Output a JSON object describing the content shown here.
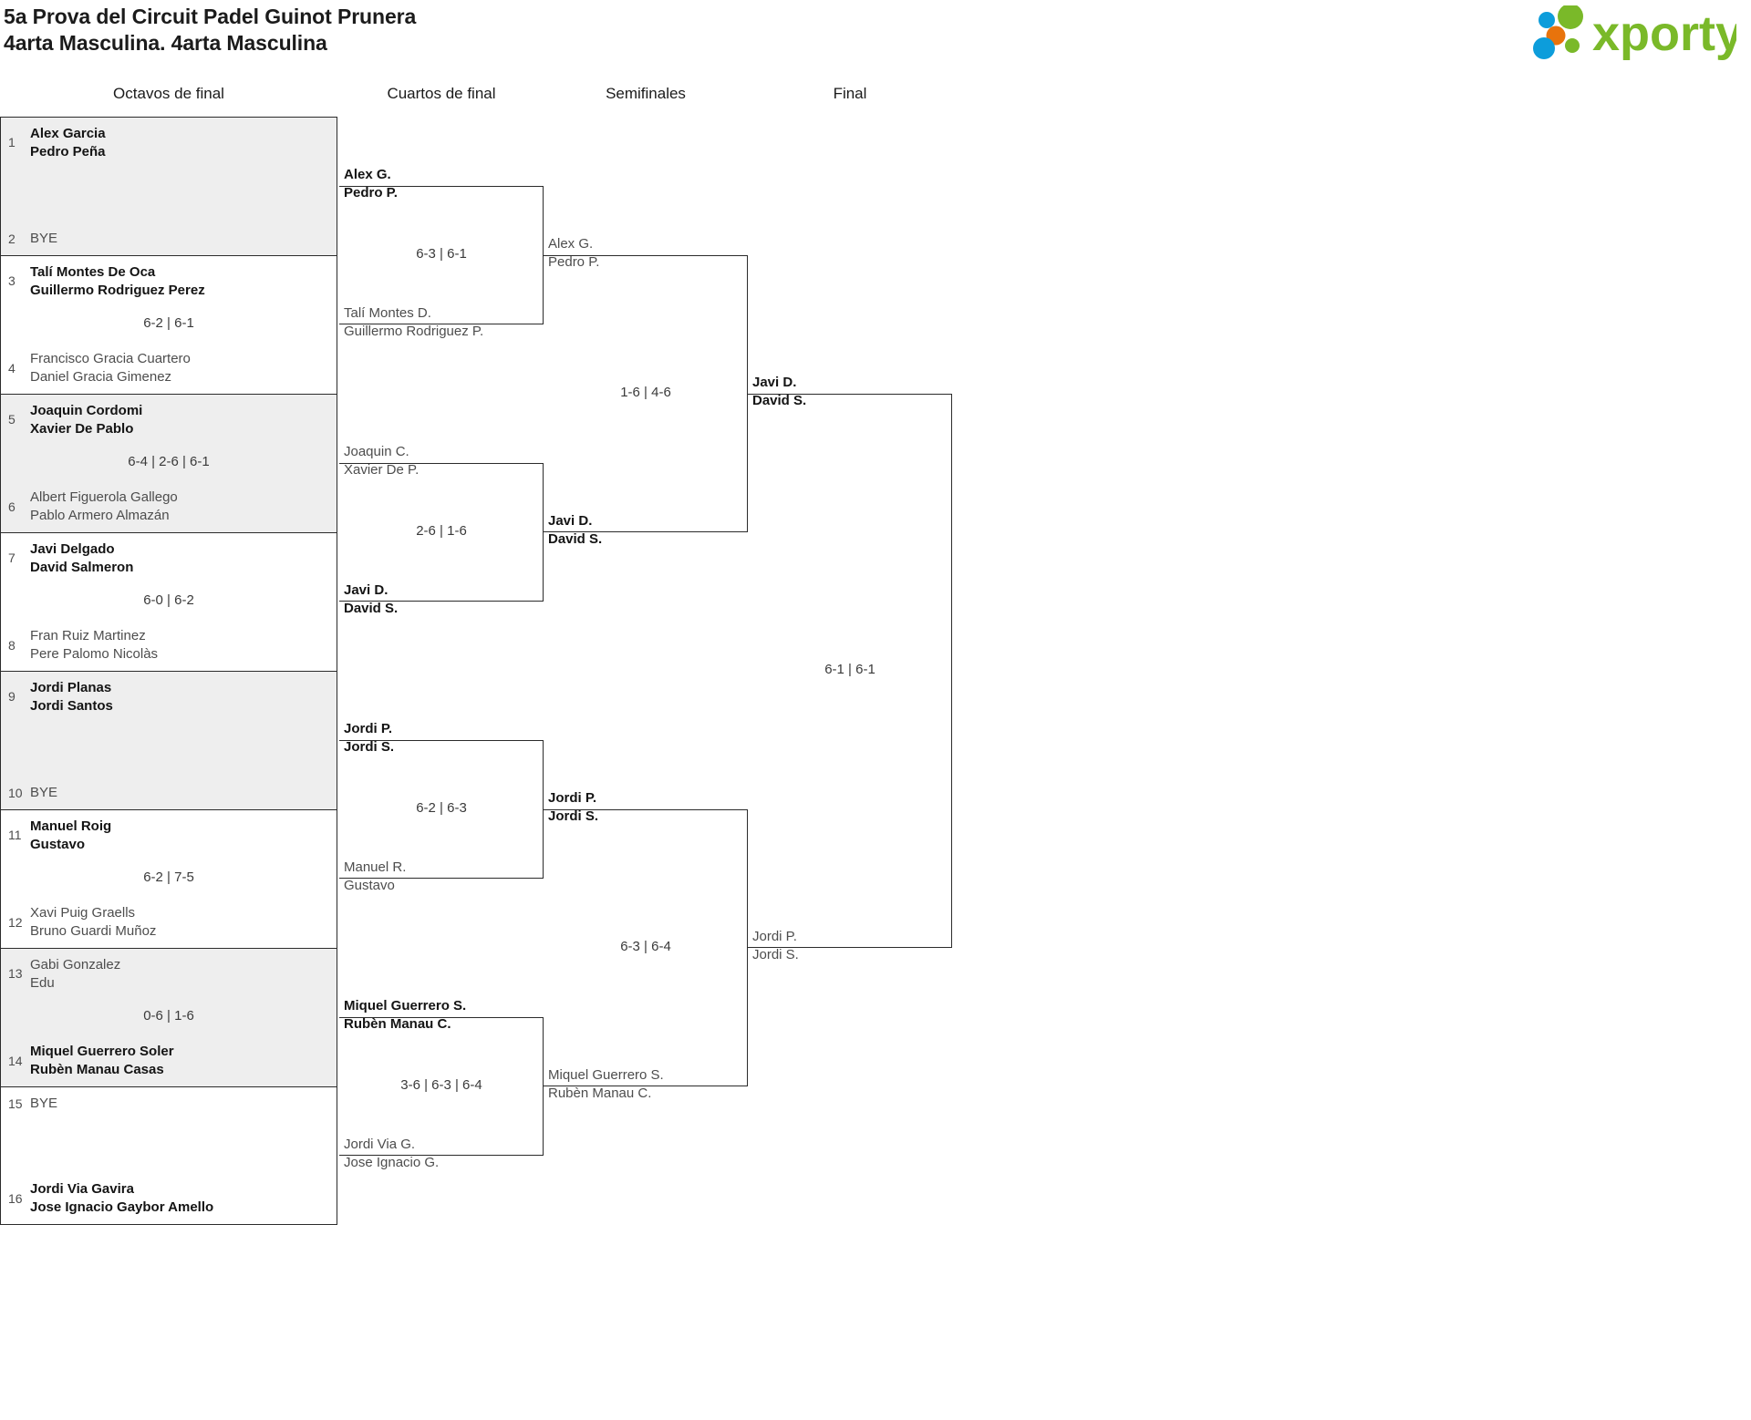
{
  "header": {
    "title_line1": "5a Prova del Circuit Padel Guinot Prunera",
    "title_line2": "4arta Masculina. 4arta Masculina",
    "logo_text": "xporty",
    "logo_colors": {
      "green": "#7ab929",
      "blue": "#0d9ddb",
      "orange": "#e8730c"
    }
  },
  "rounds": [
    {
      "label": "Octavos de final"
    },
    {
      "label": "Cuartos de final"
    },
    {
      "label": "Semifinales"
    },
    {
      "label": "Final"
    }
  ],
  "round1": {
    "matches": [
      {
        "score": "",
        "top": {
          "seed": "1",
          "p1": "Alex Garcia",
          "p2": "Pedro Peña",
          "winner": true
        },
        "bottom": {
          "seed": "2",
          "bye": "BYE",
          "winner": false
        }
      },
      {
        "score": "6-2 | 6-1",
        "top": {
          "seed": "3",
          "p1": "Talí Montes De Oca",
          "p2": "Guillermo Rodriguez Perez",
          "winner": true
        },
        "bottom": {
          "seed": "4",
          "p1": "Francisco Gracia Cuartero",
          "p2": "Daniel Gracia Gimenez",
          "winner": false
        }
      },
      {
        "score": "6-4 | 2-6 | 6-1",
        "top": {
          "seed": "5",
          "p1": "Joaquin Cordomi",
          "p2": "Xavier De Pablo",
          "winner": true
        },
        "bottom": {
          "seed": "6",
          "p1": "Albert Figuerola Gallego",
          "p2": "Pablo Armero Almazán",
          "winner": false
        }
      },
      {
        "score": "6-0 | 6-2",
        "top": {
          "seed": "7",
          "p1": "Javi Delgado",
          "p2": "David Salmeron",
          "winner": true
        },
        "bottom": {
          "seed": "8",
          "p1": "Fran Ruiz Martinez",
          "p2": "Pere Palomo Nicolàs",
          "winner": false
        }
      },
      {
        "score": "",
        "top": {
          "seed": "9",
          "p1": "Jordi Planas",
          "p2": "Jordi Santos",
          "winner": true
        },
        "bottom": {
          "seed": "10",
          "bye": "BYE",
          "winner": false
        }
      },
      {
        "score": "6-2 | 7-5",
        "top": {
          "seed": "11",
          "p1": "Manuel Roig",
          "p2": "Gustavo",
          "winner": true
        },
        "bottom": {
          "seed": "12",
          "p1": "Xavi Puig Graells",
          "p2": "Bruno Guardi Muñoz",
          "winner": false
        }
      },
      {
        "score": "0-6 | 1-6",
        "top": {
          "seed": "13",
          "p1": "Gabi Gonzalez",
          "p2": "Edu",
          "winner": false
        },
        "bottom": {
          "seed": "14",
          "p1": "Miquel Guerrero Soler",
          "p2": "Rubèn Manau Casas",
          "winner": true
        }
      },
      {
        "score": "",
        "top": {
          "seed": "15",
          "bye": "BYE",
          "winner": false
        },
        "bottom": {
          "seed": "16",
          "p1": "Jordi Via Gavira",
          "p2": "Jose Ignacio Gaybor Amello",
          "winner": true
        }
      }
    ]
  },
  "round2": {
    "matches": [
      {
        "score": "6-3 | 6-1",
        "top": {
          "p1": "Alex G.",
          "p2": "Pedro P.",
          "winner": true
        },
        "bottom": {
          "p1": "Talí Montes D.",
          "p2": "Guillermo Rodriguez P.",
          "winner": false
        }
      },
      {
        "score": "2-6 | 1-6",
        "top": {
          "p1": "Joaquin C.",
          "p2": "Xavier De P.",
          "winner": false
        },
        "bottom": {
          "p1": "Javi D.",
          "p2": "David S.",
          "winner": true
        }
      },
      {
        "score": "6-2 | 6-3",
        "top": {
          "p1": "Jordi P.",
          "p2": "Jordi S.",
          "winner": true
        },
        "bottom": {
          "p1": "Manuel R.",
          "p2": "Gustavo",
          "winner": false
        }
      },
      {
        "score": "3-6 | 6-3 | 6-4",
        "top": {
          "p1": "Miquel Guerrero S.",
          "p2": "Rubèn Manau C.",
          "winner": true
        },
        "bottom": {
          "p1": "Jordi Via G.",
          "p2": "Jose Ignacio G.",
          "winner": false
        }
      }
    ]
  },
  "round3": {
    "matches": [
      {
        "score": "1-6 | 4-6",
        "top": {
          "p1": "Alex G.",
          "p2": "Pedro P.",
          "winner": false
        },
        "bottom": {
          "p1": "Javi D.",
          "p2": "David S.",
          "winner": true
        }
      },
      {
        "score": "6-3 | 6-4",
        "top": {
          "p1": "Jordi P.",
          "p2": "Jordi S.",
          "winner": true
        },
        "bottom": {
          "p1": "Miquel Guerrero S.",
          "p2": "Rubèn Manau C.",
          "winner": false
        }
      }
    ]
  },
  "round4": {
    "matches": [
      {
        "score": "6-1 | 6-1",
        "top": {
          "p1": "Javi D.",
          "p2": "David S.",
          "winner": true
        },
        "bottom": {
          "p1": "Jordi P.",
          "p2": "Jordi S.",
          "winner": false
        }
      }
    ]
  }
}
